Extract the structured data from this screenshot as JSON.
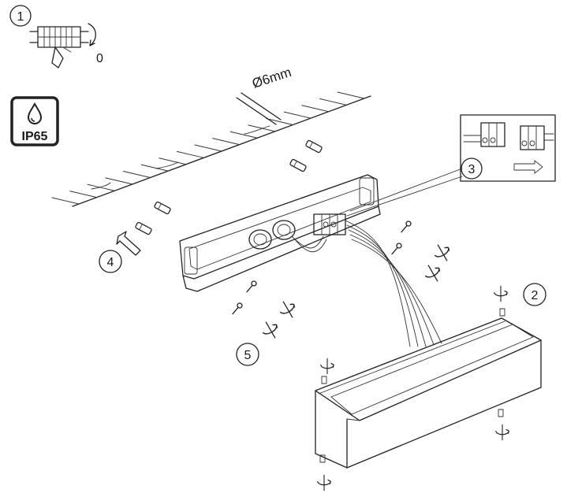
{
  "steps": [
    {
      "number": "1"
    },
    {
      "number": "2"
    },
    {
      "number": "3"
    },
    {
      "number": "4"
    },
    {
      "number": "5"
    }
  ],
  "strip_length_label": "0",
  "drill_label": "Ø6mm",
  "ip_badge": {
    "label": "IP65",
    "icon": "water-drop-icon"
  }
}
